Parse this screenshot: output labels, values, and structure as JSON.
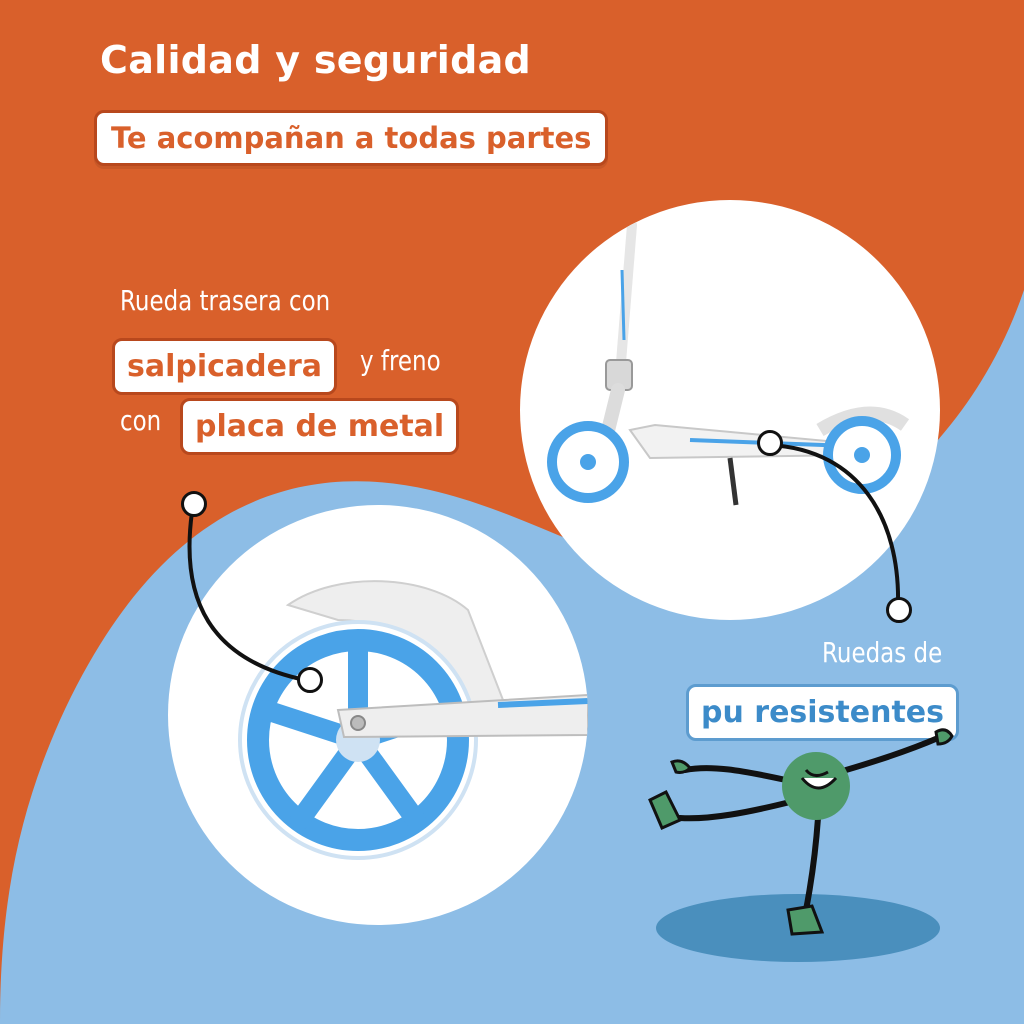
{
  "header": {
    "title": "Calidad y seguridad",
    "subtitle": "Te acompañan a todas partes"
  },
  "callout_rear": {
    "line1": "Rueda trasera con",
    "highlight1": "salpicadera",
    "mid": "y freno",
    "prefix2": "con",
    "highlight2": "placa de metal"
  },
  "callout_wheels": {
    "line1": "Ruedas de",
    "highlight": "pu resistentes"
  },
  "colors": {
    "orange": "#d9602b",
    "light_blue": "#8dbde6",
    "dark_blue_shadow": "#4a8fbd",
    "mascot_green": "#4f9a6a",
    "wheel_blue": "#4aa3e8"
  },
  "icons": {
    "mascot": "happy-green-ball-character",
    "scooter_photo": "white-blue-kick-scooter",
    "wheel_photo": "rear-wheel-closeup"
  }
}
